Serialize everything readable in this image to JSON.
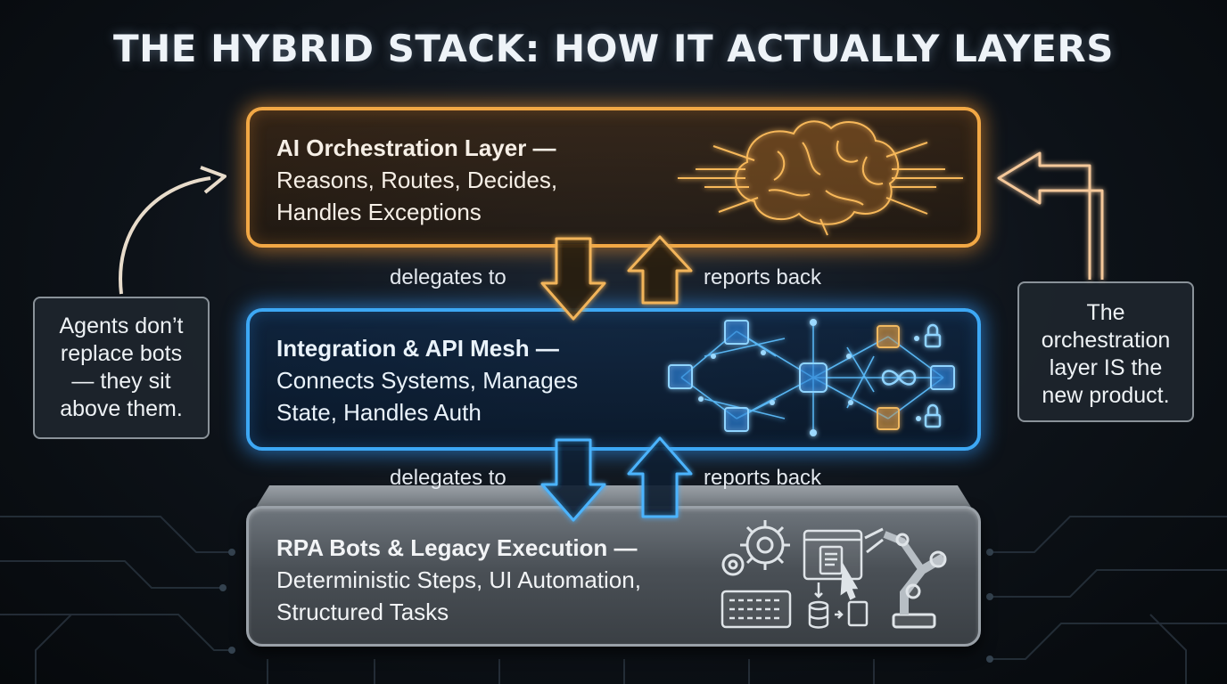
{
  "title": "THE HYBRID STACK: HOW IT ACTUALLY LAYERS",
  "layers": [
    {
      "heading": "AI Orchestration Layer —",
      "line2": "Reasons, Routes, Decides,",
      "line3": "Handles Exceptions",
      "color": "#f2a845",
      "icon": "brain-icon"
    },
    {
      "heading": "Integration & API Mesh —",
      "line2": "Connects Systems, Manages",
      "line3": "State, Handles Auth",
      "color": "#3da8f5",
      "icon": "network-mesh-icon"
    },
    {
      "heading": "RPA Bots & Legacy Execution —",
      "line2": "Deterministic Steps, UI Automation,",
      "line3": "Structured Tasks",
      "color": "#9aa1a8",
      "icon": "robot-arm-icon"
    }
  ],
  "flows": {
    "upper_down": "delegates to",
    "upper_up": "reports back",
    "lower_down": "delegates to",
    "lower_up": "reports back"
  },
  "callouts": {
    "left": [
      "Agents don’t",
      "replace bots",
      "— they sit",
      "above them."
    ],
    "right": [
      "The",
      "orchestration",
      "layer IS the",
      "new product."
    ]
  }
}
